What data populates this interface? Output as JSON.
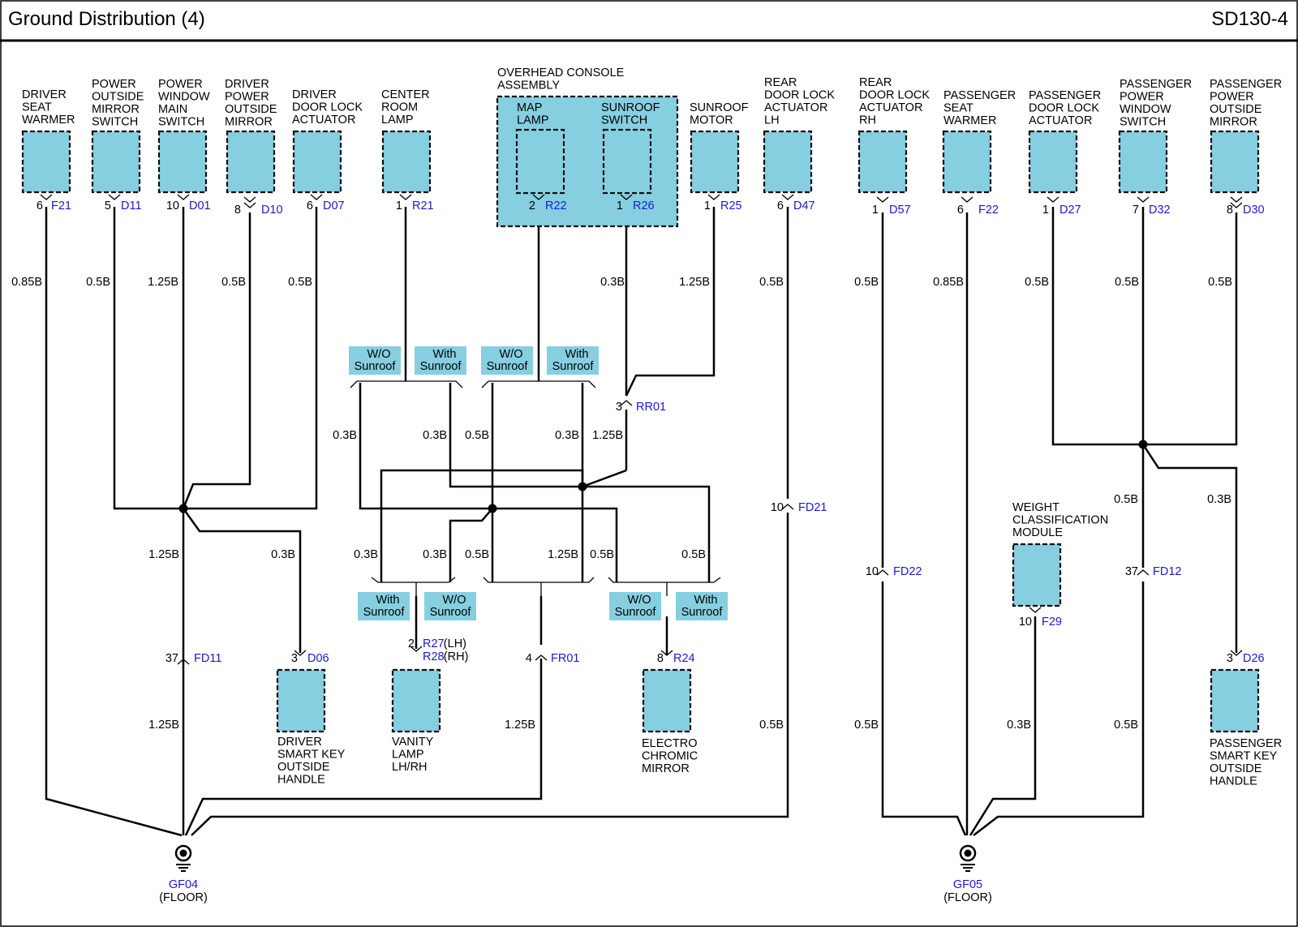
{
  "header": {
    "title": "Ground Distribution (4)",
    "code": "SD130-4"
  },
  "colors": {
    "component_fill": "#86cfe0",
    "connector_text": "#1a1ad0",
    "wire": "#000000"
  },
  "components": [
    {
      "id": "driver-seat-warmer",
      "name": [
        "DRIVER",
        "SEAT",
        "WARMER"
      ]
    },
    {
      "id": "power-outside-mirror-switch",
      "name": [
        "POWER",
        "OUTSIDE",
        "MIRROR",
        "SWITCH"
      ]
    },
    {
      "id": "power-window-main-switch",
      "name": [
        "POWER",
        "WINDOW",
        "MAIN",
        "SWITCH"
      ]
    },
    {
      "id": "driver-power-outside-mirror",
      "name": [
        "DRIVER",
        "POWER",
        "OUTSIDE",
        "MIRROR"
      ]
    },
    {
      "id": "driver-door-lock-actuator",
      "name": [
        "DRIVER",
        "DOOR LOCK",
        "ACTUATOR"
      ]
    },
    {
      "id": "center-room-lamp",
      "name": [
        "CENTER",
        "ROOM",
        "LAMP"
      ]
    },
    {
      "id": "overhead-console-assembly",
      "name": [
        "OVERHEAD CONSOLE",
        "ASSEMBLY"
      ]
    },
    {
      "id": "map-lamp",
      "name": [
        "MAP",
        "LAMP"
      ]
    },
    {
      "id": "sunroof-switch",
      "name": [
        "SUNROOF",
        "SWITCH"
      ]
    },
    {
      "id": "sunroof-motor",
      "name": [
        "SUNROOF",
        "MOTOR"
      ]
    },
    {
      "id": "rear-door-lock-actuator-lh",
      "name": [
        "REAR",
        "DOOR LOCK",
        "ACTUATOR",
        "LH"
      ]
    },
    {
      "id": "rear-door-lock-actuator-rh",
      "name": [
        "REAR",
        "DOOR LOCK",
        "ACTUATOR",
        "RH"
      ]
    },
    {
      "id": "passenger-seat-warmer",
      "name": [
        "PASSENGER",
        "SEAT",
        "WARMER"
      ]
    },
    {
      "id": "passenger-door-lock-actuator",
      "name": [
        "PASSENGER",
        "DOOR LOCK",
        "ACTUATOR"
      ]
    },
    {
      "id": "passenger-power-window-switch",
      "name": [
        "PASSENGER",
        "POWER",
        "WINDOW",
        "SWITCH"
      ]
    },
    {
      "id": "passenger-power-outside-mirror",
      "name": [
        "PASSENGER",
        "POWER",
        "OUTSIDE",
        "MIRROR"
      ]
    },
    {
      "id": "driver-smart-key-outside-handle",
      "name": [
        "DRIVER",
        "SMART KEY",
        "OUTSIDE",
        "HANDLE"
      ]
    },
    {
      "id": "vanity-lamp",
      "name": [
        "VANITY",
        "LAMP",
        "LH/RH"
      ]
    },
    {
      "id": "electro-chromic-mirror",
      "name": [
        "ELECTRO",
        "CHROMIC",
        "MIRROR"
      ]
    },
    {
      "id": "weight-classification-module",
      "name": [
        "WEIGHT",
        "CLASSIFICATION",
        "MODULE"
      ]
    },
    {
      "id": "passenger-smart-key-outside-handle",
      "name": [
        "PASSENGER",
        "SMART KEY",
        "OUTSIDE",
        "HANDLE"
      ]
    }
  ],
  "connectors": [
    {
      "id": "F21",
      "pin": "6"
    },
    {
      "id": "D11",
      "pin": "5"
    },
    {
      "id": "D01",
      "pin": "10"
    },
    {
      "id": "D10",
      "pin": "8"
    },
    {
      "id": "D07",
      "pin": "6"
    },
    {
      "id": "R21",
      "pin": "1"
    },
    {
      "id": "R22",
      "pin": "2"
    },
    {
      "id": "R26",
      "pin": "1"
    },
    {
      "id": "R25",
      "pin": "1"
    },
    {
      "id": "D47",
      "pin": "6"
    },
    {
      "id": "D57",
      "pin": "1"
    },
    {
      "id": "F22",
      "pin": "6"
    },
    {
      "id": "D27",
      "pin": "1"
    },
    {
      "id": "D32",
      "pin": "7"
    },
    {
      "id": "D30",
      "pin": "8"
    },
    {
      "id": "RR01",
      "pin": "3"
    },
    {
      "id": "FD21",
      "pin": "10"
    },
    {
      "id": "FD22",
      "pin": "10"
    },
    {
      "id": "FD12",
      "pin": "37"
    },
    {
      "id": "F29",
      "pin": "10"
    },
    {
      "id": "FD11",
      "pin": "37"
    },
    {
      "id": "D06",
      "pin": "3"
    },
    {
      "id": "R27",
      "pin": "2",
      "suffix": "(LH)"
    },
    {
      "id": "R28",
      "pin": "",
      "suffix": "(RH)"
    },
    {
      "id": "FR01",
      "pin": "4"
    },
    {
      "id": "R24",
      "pin": "8"
    },
    {
      "id": "D26",
      "pin": "3"
    }
  ],
  "wire_sizes": [
    "0.85B",
    "0.5B",
    "1.25B",
    "0.5B",
    "0.5B",
    "0.3B",
    "1.25B",
    "0.5B",
    "0.5B",
    "0.85B",
    "0.5B",
    "0.5B",
    "0.5B",
    "0.3B",
    "0.3B",
    "0.5B",
    "0.3B",
    "1.25B",
    "1.25B",
    "0.3B",
    "0.3B",
    "0.3B",
    "0.5B",
    "1.25B",
    "0.5B",
    "0.5B",
    "0.5B",
    "0.3B",
    "1.25B",
    "1.25B",
    "0.5B",
    "0.5B",
    "0.3B",
    "0.5B"
  ],
  "options": {
    "without": [
      "W/O",
      "Sunroof"
    ],
    "with": [
      "With",
      "Sunroof"
    ]
  },
  "grounds": [
    {
      "id": "GF04",
      "location": "(FLOOR)"
    },
    {
      "id": "GF05",
      "location": "(FLOOR)"
    }
  ]
}
